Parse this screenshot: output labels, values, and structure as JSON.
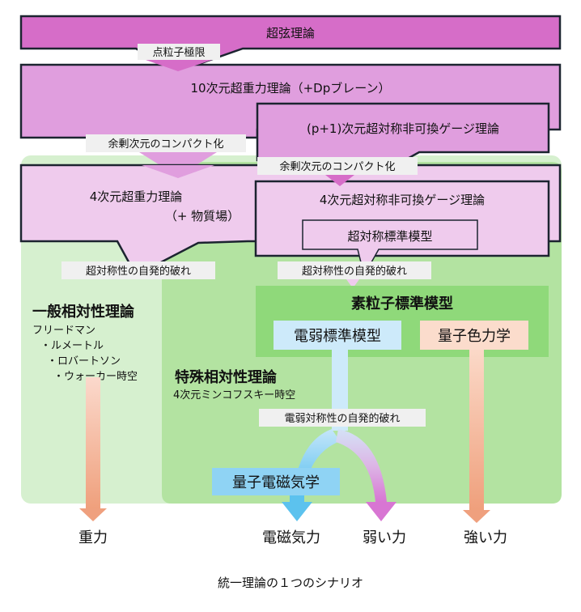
{
  "title": "統一理論の１つのシナリオ",
  "colors": {
    "superstring": "#d66dc8",
    "sugra10": "#e09ede",
    "sugra4": "#efcbed",
    "outline": "#1c2430",
    "label_bg": "#f0f0f0",
    "gr_bg": "#d6f0cf",
    "sr_bg": "#b3e3a1",
    "sm_bg": "#8fd97a",
    "electroweak": "#cdeafa",
    "qcd": "#fbdccc",
    "qed": "#8fd3f4",
    "gravity_arrow": "#efa07e",
    "em_arrow": "#5cc2ee",
    "weak_arrow": "#d978d3"
  },
  "boxes": {
    "superstring": "超弦理論",
    "sugra10": "10次元超重力理論（+Dpブレーン）",
    "gauge_p1": "(p+1)次元超対称非可換ゲージ理論",
    "sugra4_line1": "4次元超重力理論",
    "sugra4_line2": "（+ 物質場）",
    "gauge4": "4次元超対称非可換ゲージ理論",
    "mssm": "超対称標準模型",
    "standard_model": "素粒子標準模型",
    "electroweak": "電弱標準模型",
    "qcd": "量子色力学",
    "qed": "量子電磁気学"
  },
  "labels": {
    "point_particle_limit": "点粒子極限",
    "compactification_left": "余剰次元のコンパクト化",
    "compactification_right": "余剰次元のコンパクト化",
    "susy_breaking_left": "超対称性の自発的破れ",
    "susy_breaking_right": "超対称性の自発的破れ",
    "ew_breaking": "電弱対称性の自発的破れ"
  },
  "general_relativity": {
    "title": "一般相対性理論",
    "lines": [
      "フリードマン",
      "・ルメートル",
      "・ロバートソン",
      "・ウォーカー時空"
    ]
  },
  "special_relativity": {
    "title": "特殊相対性理論",
    "subtitle": "4次元ミンコフスキー時空"
  },
  "forces": {
    "gravity": "重力",
    "electromagnetic": "電磁気力",
    "weak": "弱い力",
    "strong": "強い力"
  }
}
